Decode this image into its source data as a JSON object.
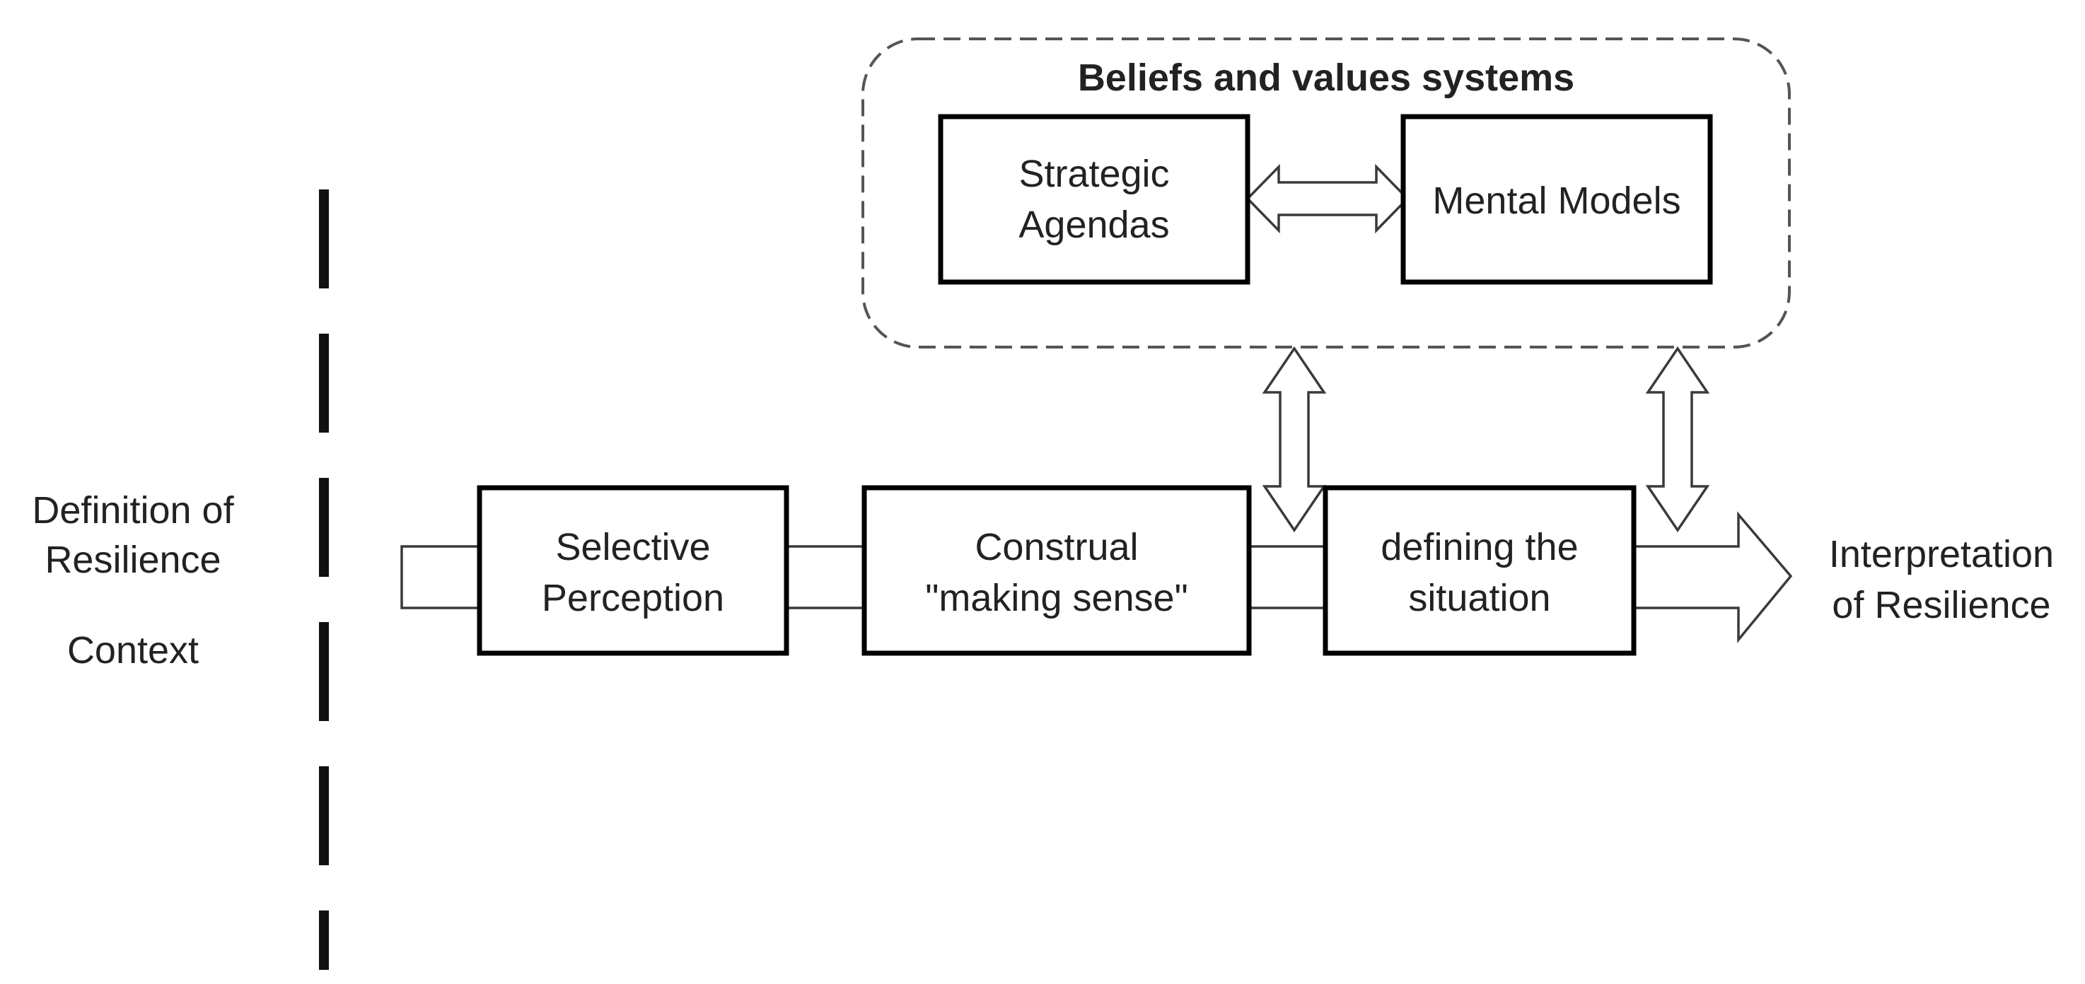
{
  "left_labels": {
    "definition_line1": "Definition of",
    "definition_line2": "Resilience",
    "context": "Context"
  },
  "group": {
    "title": "Beliefs and values systems"
  },
  "boxes": {
    "strategic_line1": "Strategic",
    "strategic_line2": "Agendas",
    "mental_models": "Mental Models",
    "selective_line1": "Selective",
    "selective_line2": "Perception",
    "construal_line1": "Construal",
    "construal_line2": "\"making sense\"",
    "defining_line1": "defining the",
    "defining_line2": "situation"
  },
  "output": {
    "line1": "Interpretation",
    "line2": "of Resilience"
  }
}
